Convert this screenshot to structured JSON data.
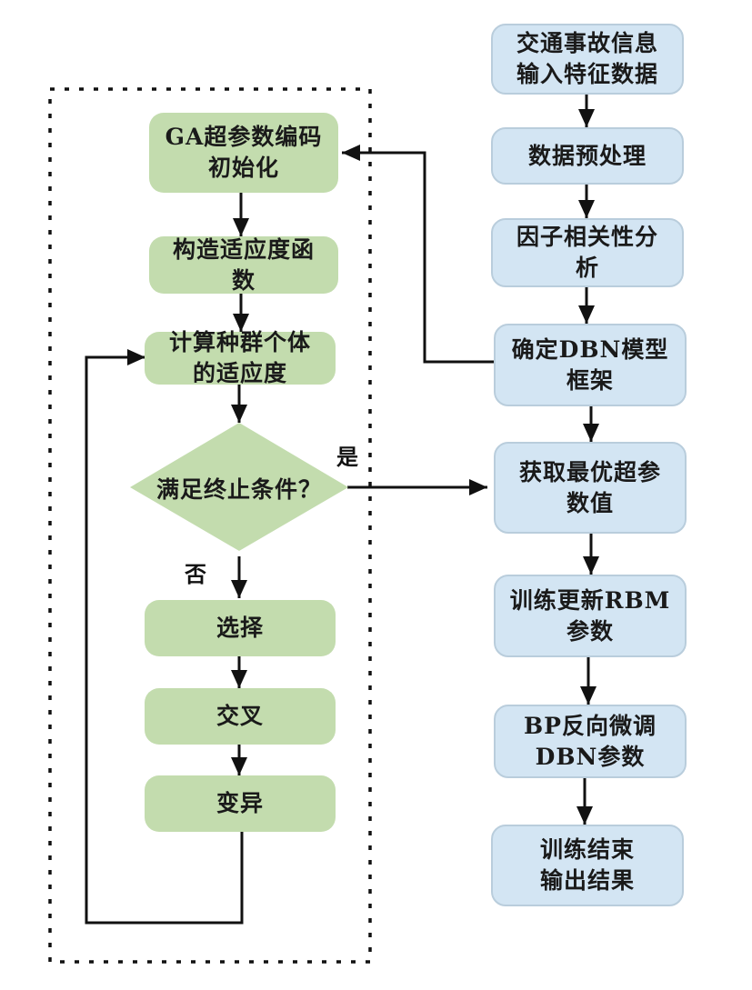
{
  "diagram": {
    "ga_group": {
      "nodes": [
        {
          "id": "ga-encode",
          "text": "GA超参数编码\n初始化"
        },
        {
          "id": "fitness-fn",
          "text": "构造适应度函\n数"
        },
        {
          "id": "calc-fitness",
          "text": "计算种群个体\n的适应度"
        },
        {
          "id": "select",
          "text": "选择"
        },
        {
          "id": "crossover",
          "text": "交叉"
        },
        {
          "id": "mutation",
          "text": "变异"
        }
      ],
      "decision": {
        "id": "termination",
        "text": "满足终止条件？"
      },
      "yes_label": "是",
      "no_label": "否"
    },
    "dbn_flow": {
      "nodes": [
        {
          "id": "input",
          "text": "交通事故信息\n输入特征数据"
        },
        {
          "id": "preprocess",
          "text": "数据预处理"
        },
        {
          "id": "correlation",
          "text": "因子相关性分\n析"
        },
        {
          "id": "dbn-framework",
          "text": "确定DBN模型\n框架"
        },
        {
          "id": "optimal-params",
          "text": "获取最优超参\n数值"
        },
        {
          "id": "train-rbm",
          "text": "训练更新RBM\n参数"
        },
        {
          "id": "bp-finetune",
          "text": "BP反向微调\nDBN参数"
        },
        {
          "id": "output",
          "text": "训练结束\n输出结果"
        }
      ]
    },
    "colors": {
      "ga_fill": "#c3dcae",
      "dbn_fill": "#d3e5f3",
      "dbn_border": "#b9cddc",
      "line": "#111111"
    }
  }
}
